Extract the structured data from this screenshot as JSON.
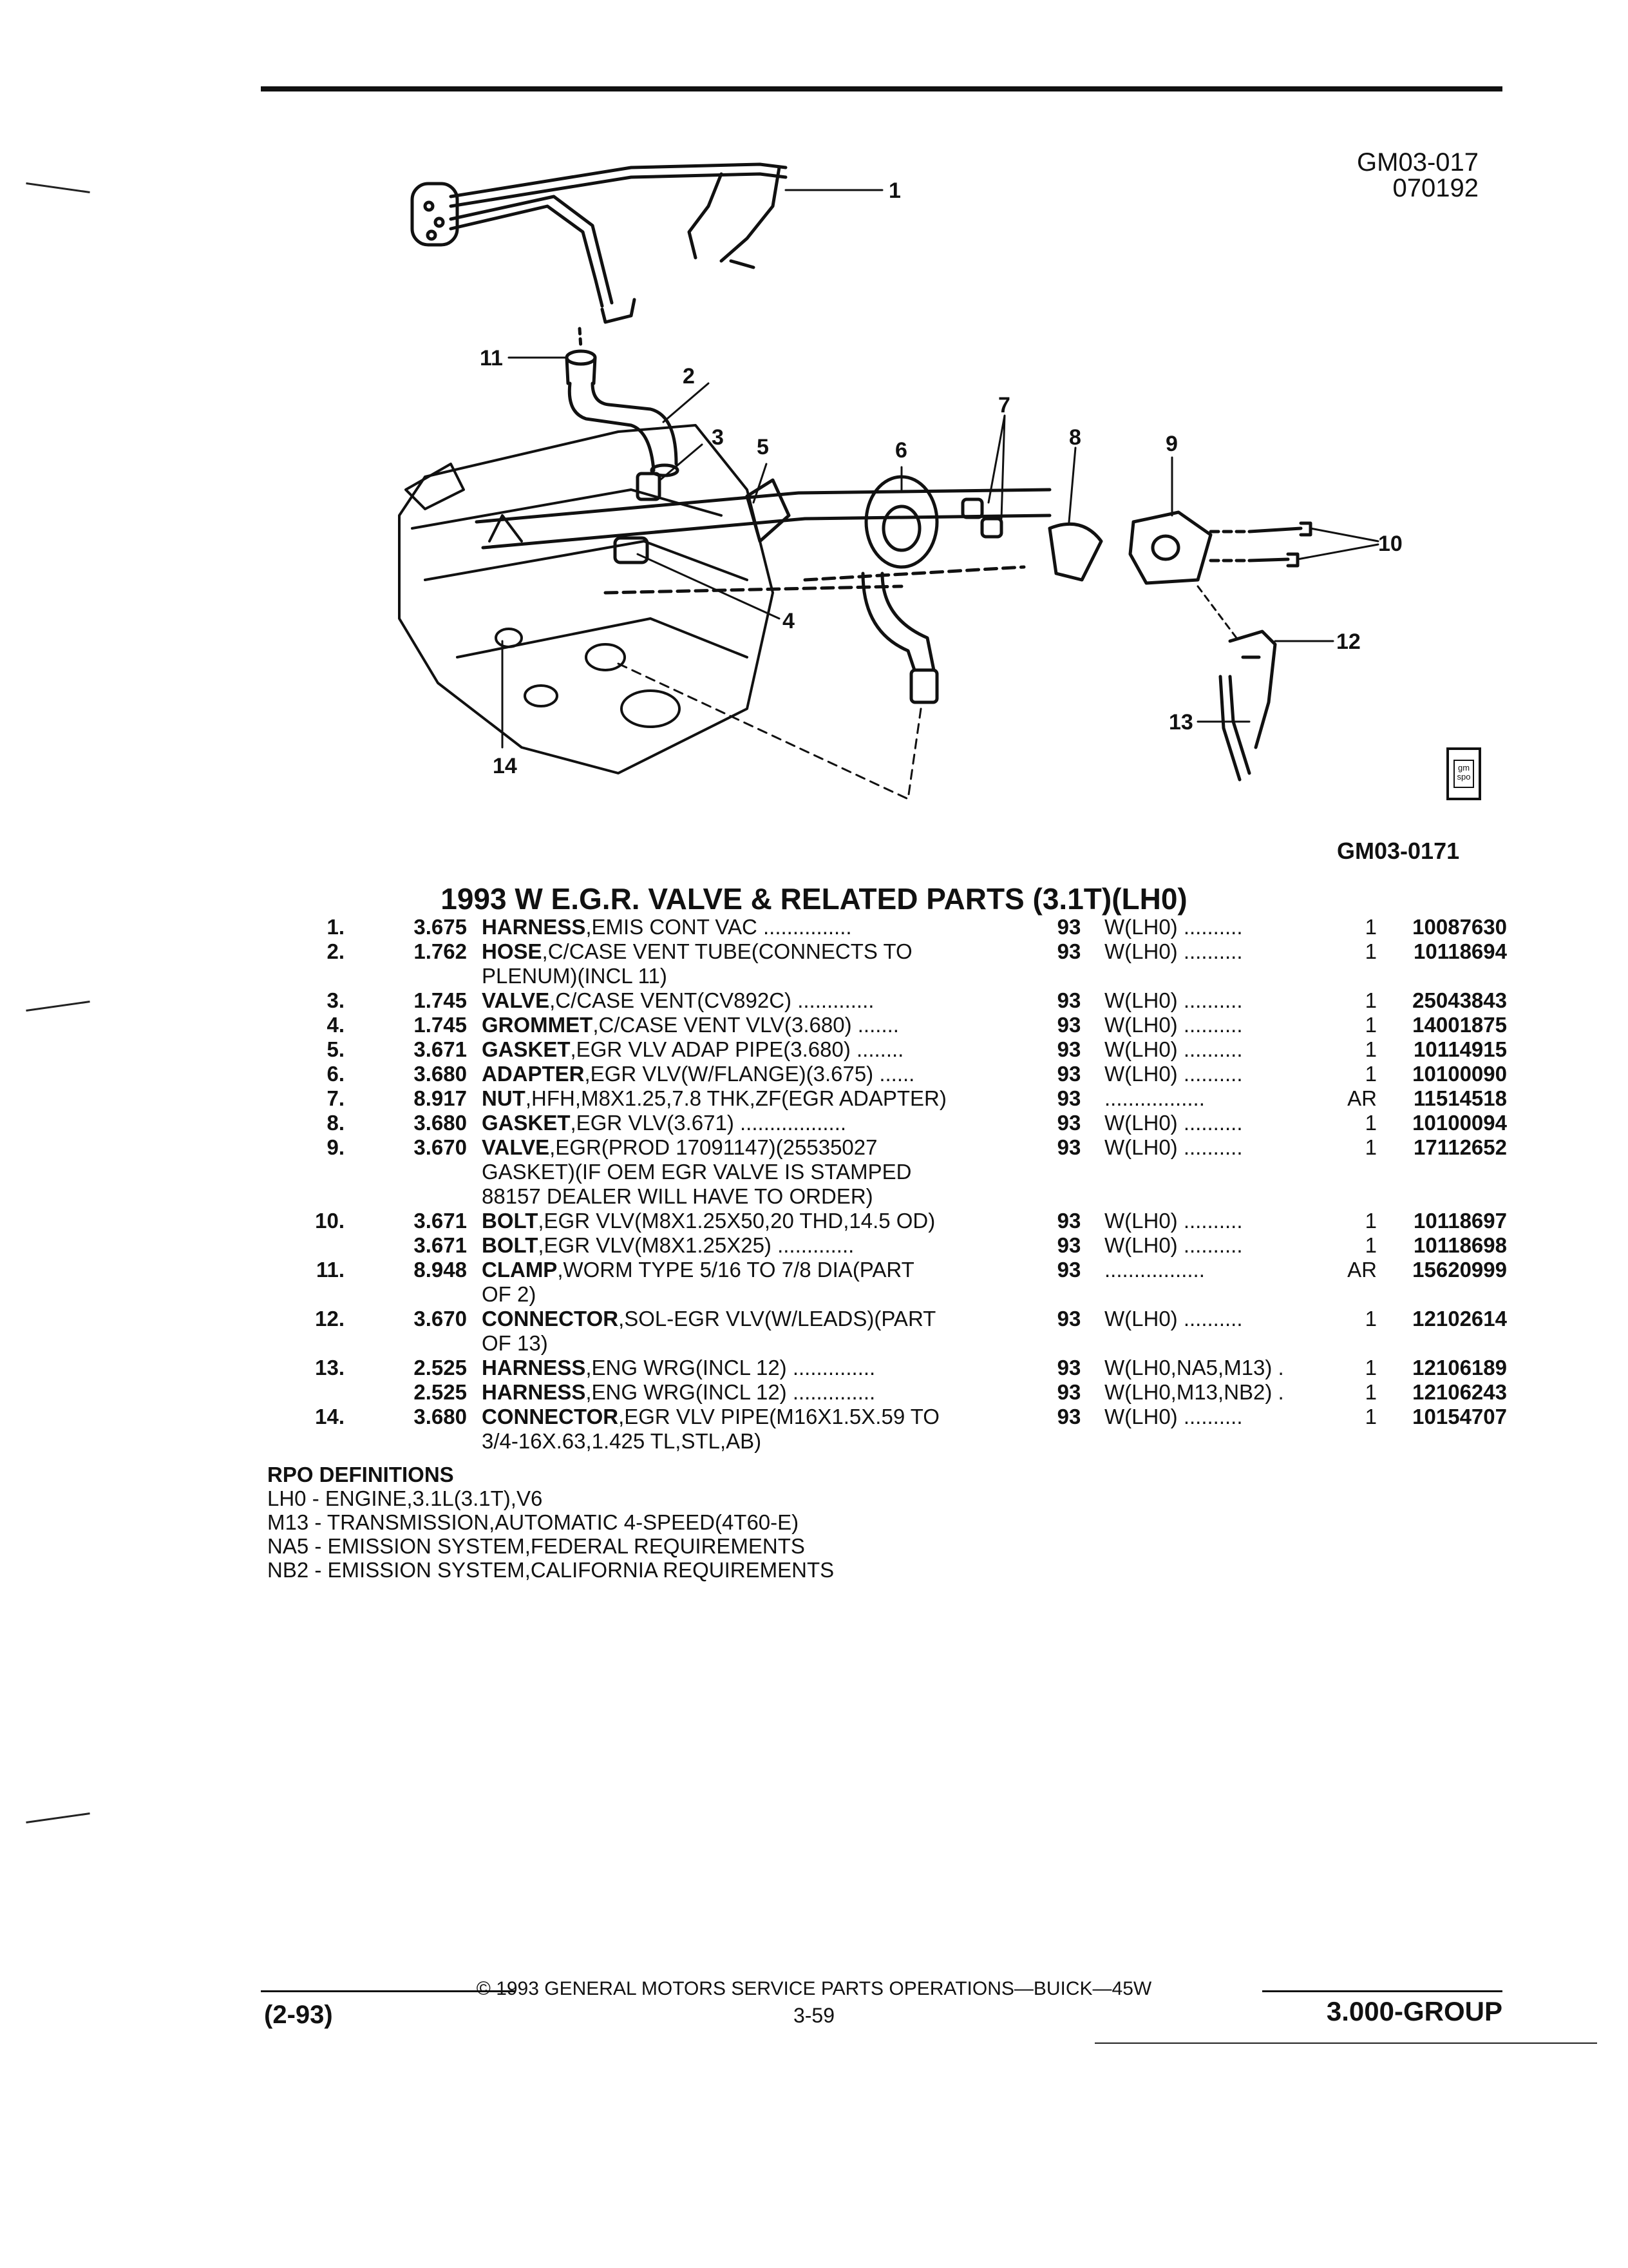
{
  "header": {
    "ref_code": "GM03-017",
    "ref_date": "070192"
  },
  "figure": {
    "callouts": [
      "1",
      "2",
      "3",
      "4",
      "5",
      "6",
      "7",
      "8",
      "9",
      "10",
      "11",
      "12",
      "13",
      "14"
    ],
    "figure_id": "GM03-0171",
    "logo_text": "gm spo"
  },
  "title": "1993 W E.G.R. VALVE & RELATED PARTS (3.1T)(LH0)",
  "parts": [
    {
      "num": "1.",
      "grp": "3.675",
      "name": "HARNESS",
      "desc": ",EMIS CONT VAC ...............",
      "yr": "93",
      "usage": "W(LH0) ..........",
      "qty": "1",
      "pn": "10087630"
    },
    {
      "num": "2.",
      "grp": "1.762",
      "name": "HOSE",
      "desc": ",C/CASE VENT TUBE(CONNECTS TO",
      "yr": "93",
      "usage": "W(LH0) ..........",
      "qty": "1",
      "pn": "10118694"
    },
    {
      "num": "",
      "grp": "",
      "name": "",
      "desc": "PLENUM)(INCL 11)",
      "yr": "",
      "usage": "",
      "qty": "",
      "pn": ""
    },
    {
      "num": "3.",
      "grp": "1.745",
      "name": "VALVE",
      "desc": ",C/CASE VENT(CV892C) .............",
      "yr": "93",
      "usage": "W(LH0) ..........",
      "qty": "1",
      "pn": "25043843"
    },
    {
      "num": "4.",
      "grp": "1.745",
      "name": "GROMMET",
      "desc": ",C/CASE VENT VLV(3.680) .......",
      "yr": "93",
      "usage": "W(LH0) ..........",
      "qty": "1",
      "pn": "14001875"
    },
    {
      "num": "5.",
      "grp": "3.671",
      "name": "GASKET",
      "desc": ",EGR VLV ADAP PIPE(3.680) ........",
      "yr": "93",
      "usage": "W(LH0) ..........",
      "qty": "1",
      "pn": "10114915"
    },
    {
      "num": "6.",
      "grp": "3.680",
      "name": "ADAPTER",
      "desc": ",EGR VLV(W/FLANGE)(3.675) ......",
      "yr": "93",
      "usage": "W(LH0) ..........",
      "qty": "1",
      "pn": "10100090"
    },
    {
      "num": "7.",
      "grp": "8.917",
      "name": "NUT",
      "desc": ",HFH,M8X1.25,7.8 THK,ZF(EGR ADAPTER)",
      "yr": "93",
      "usage": ".................",
      "qty": "AR",
      "pn": "11514518"
    },
    {
      "num": "8.",
      "grp": "3.680",
      "name": "GASKET",
      "desc": ",EGR VLV(3.671) ..................",
      "yr": "93",
      "usage": "W(LH0) ..........",
      "qty": "1",
      "pn": "10100094"
    },
    {
      "num": "9.",
      "grp": "3.670",
      "name": "VALVE",
      "desc": ",EGR(PROD 17091147)(25535027",
      "yr": "93",
      "usage": "W(LH0) ..........",
      "qty": "1",
      "pn": "17112652"
    },
    {
      "num": "",
      "grp": "",
      "name": "",
      "desc": "GASKET)(IF OEM EGR VALVE IS STAMPED",
      "yr": "",
      "usage": "",
      "qty": "",
      "pn": ""
    },
    {
      "num": "",
      "grp": "",
      "name": "",
      "desc": "88157 DEALER WILL HAVE TO ORDER)",
      "yr": "",
      "usage": "",
      "qty": "",
      "pn": ""
    },
    {
      "num": "10.",
      "grp": "3.671",
      "name": "BOLT",
      "desc": ",EGR VLV(M8X1.25X50,20 THD,14.5 OD)",
      "yr": "93",
      "usage": "W(LH0) ..........",
      "qty": "1",
      "pn": "10118697"
    },
    {
      "num": "",
      "grp": "3.671",
      "name": "BOLT",
      "desc": ",EGR VLV(M8X1.25X25) .............",
      "yr": "93",
      "usage": "W(LH0) ..........",
      "qty": "1",
      "pn": "10118698"
    },
    {
      "num": "11.",
      "grp": "8.948",
      "name": "CLAMP",
      "desc": ",WORM TYPE 5/16 TO 7/8 DIA(PART",
      "yr": "93",
      "usage": ".................",
      "qty": "AR",
      "pn": "15620999"
    },
    {
      "num": "",
      "grp": "",
      "name": "",
      "desc": "OF 2)",
      "yr": "",
      "usage": "",
      "qty": "",
      "pn": ""
    },
    {
      "num": "12.",
      "grp": "3.670",
      "name": "CONNECTOR",
      "desc": ",SOL-EGR VLV(W/LEADS)(PART",
      "yr": "93",
      "usage": "W(LH0) ..........",
      "qty": "1",
      "pn": "12102614"
    },
    {
      "num": "",
      "grp": "",
      "name": "",
      "desc": "OF 13)",
      "yr": "",
      "usage": "",
      "qty": "",
      "pn": ""
    },
    {
      "num": "13.",
      "grp": "2.525",
      "name": "HARNESS",
      "desc": ",ENG WRG(INCL 12) ..............",
      "yr": "93",
      "usage": "W(LH0,NA5,M13) .",
      "qty": "1",
      "pn": "12106189"
    },
    {
      "num": "",
      "grp": "2.525",
      "name": "HARNESS",
      "desc": ",ENG WRG(INCL 12) ..............",
      "yr": "93",
      "usage": "W(LH0,M13,NB2) .",
      "qty": "1",
      "pn": "12106243"
    },
    {
      "num": "14.",
      "grp": "3.680",
      "name": "CONNECTOR",
      "desc": ",EGR VLV PIPE(M16X1.5X.59 TO",
      "yr": "93",
      "usage": "W(LH0) ..........",
      "qty": "1",
      "pn": "10154707"
    },
    {
      "num": "",
      "grp": "",
      "name": "",
      "desc": "3/4-16X.63,1.425 TL,STL,AB)",
      "yr": "",
      "usage": "",
      "qty": "",
      "pn": ""
    }
  ],
  "rpo": {
    "heading": "RPO DEFINITIONS",
    "items": [
      "LH0 - ENGINE,3.1L(3.1T),V6",
      "M13 - TRANSMISSION,AUTOMATIC 4-SPEED(4T60-E)",
      "NA5 - EMISSION SYSTEM,FEDERAL REQUIREMENTS",
      "NB2 - EMISSION SYSTEM,CALIFORNIA REQUIREMENTS"
    ]
  },
  "footer": {
    "copyright": "© 1993 GENERAL MOTORS SERVICE PARTS OPERATIONS—BUICK—45W",
    "date": "(2-93)",
    "page": "3-59",
    "group": "3.000-GROUP"
  }
}
